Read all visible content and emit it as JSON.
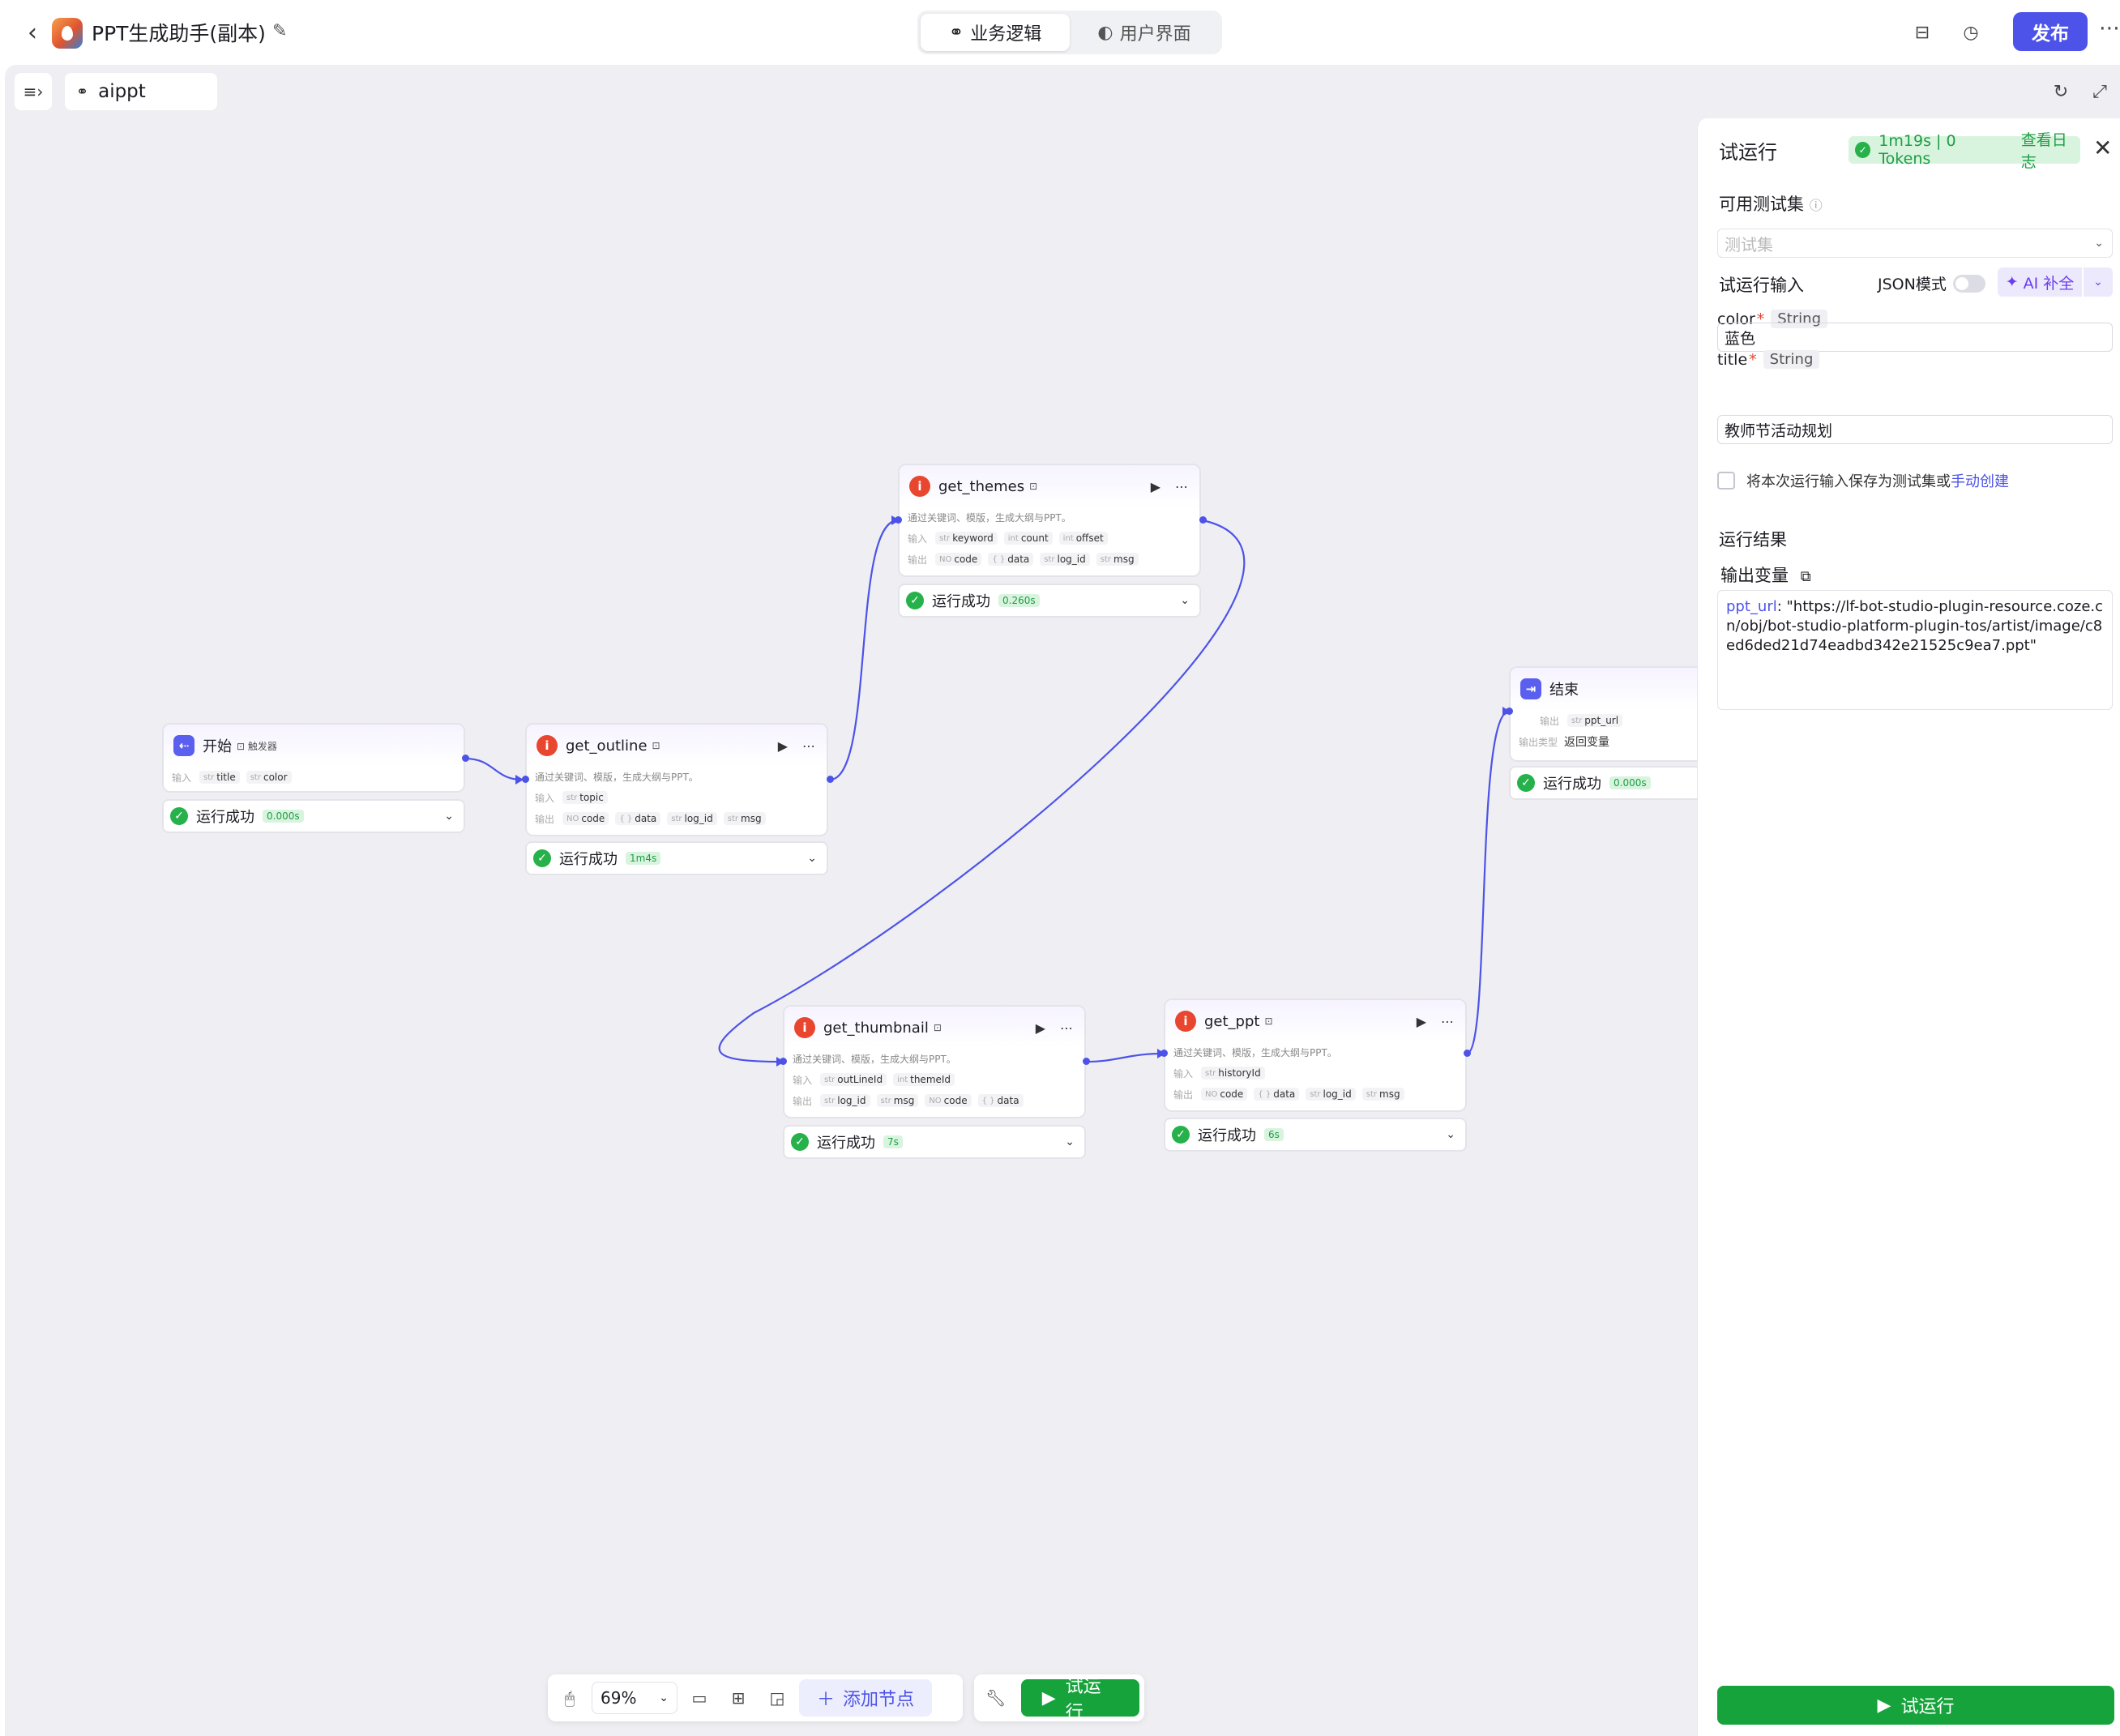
{
  "header": {
    "app_title": "PPT生成助手(副本)",
    "tabs": [
      {
        "label": "业务逻辑",
        "active": true
      },
      {
        "label": "用户界面",
        "active": false
      }
    ],
    "publish_label": "发布"
  },
  "canvas": {
    "workflow_name": "aippt",
    "zoom": "69%",
    "add_node_label": "添加节点",
    "run_label": "试运行"
  },
  "nodes": {
    "start": {
      "title": "开始",
      "tag": "触发器",
      "input_label": "输入",
      "inputs": [
        {
          "type": "str",
          "name": "title"
        },
        {
          "type": "str",
          "name": "color"
        }
      ],
      "status": "运行成功",
      "time": "0.000s"
    },
    "get_outline": {
      "title": "get_outline",
      "desc": "通过关键词、模版，生成大纲与PPT。",
      "input_label": "输入",
      "output_label": "输出",
      "inputs": [
        {
          "type": "str",
          "name": "topic"
        }
      ],
      "outputs": [
        {
          "type": "NO",
          "name": "code"
        },
        {
          "type": "{ }",
          "name": "data"
        },
        {
          "type": "str",
          "name": "log_id"
        },
        {
          "type": "str",
          "name": "msg"
        }
      ],
      "status": "运行成功",
      "time": "1m4s"
    },
    "get_themes": {
      "title": "get_themes",
      "desc": "通过关键词、模版，生成大纲与PPT。",
      "input_label": "输入",
      "output_label": "输出",
      "inputs": [
        {
          "type": "str",
          "name": "keyword"
        },
        {
          "type": "int",
          "name": "count"
        },
        {
          "type": "int",
          "name": "offset"
        }
      ],
      "outputs": [
        {
          "type": "NO",
          "name": "code"
        },
        {
          "type": "{ }",
          "name": "data"
        },
        {
          "type": "str",
          "name": "log_id"
        },
        {
          "type": "str",
          "name": "msg"
        }
      ],
      "status": "运行成功",
      "time": "0.260s"
    },
    "get_thumbnail": {
      "title": "get_thumbnail",
      "desc": "通过关键词、模版，生成大纲与PPT。",
      "input_label": "输入",
      "output_label": "输出",
      "inputs": [
        {
          "type": "str",
          "name": "outLineId"
        },
        {
          "type": "int",
          "name": "themeId"
        }
      ],
      "outputs": [
        {
          "type": "str",
          "name": "log_id"
        },
        {
          "type": "str",
          "name": "msg"
        },
        {
          "type": "NO",
          "name": "code"
        },
        {
          "type": "{ }",
          "name": "data"
        }
      ],
      "status": "运行成功",
      "time": "7s"
    },
    "get_ppt": {
      "title": "get_ppt",
      "desc": "通过关键词、模版，生成大纲与PPT。",
      "input_label": "输入",
      "output_label": "输出",
      "inputs": [
        {
          "type": "str",
          "name": "historyId"
        }
      ],
      "outputs": [
        {
          "type": "NO",
          "name": "code"
        },
        {
          "type": "{ }",
          "name": "data"
        },
        {
          "type": "str",
          "name": "log_id"
        },
        {
          "type": "str",
          "name": "msg"
        }
      ],
      "status": "运行成功",
      "time": "6s"
    },
    "end": {
      "title": "结束",
      "output_label": "输出",
      "output_type_label": "输出类型",
      "outputs": [
        {
          "type": "str",
          "name": "ppt_url"
        }
      ],
      "output_type": "返回变量",
      "status": "运行成功",
      "time": "0.000s"
    }
  },
  "panel": {
    "title": "试运行",
    "stats": "1m19s | 0 Tokens",
    "view_log": "查看日志",
    "testset_label": "可用测试集",
    "testset_placeholder": "测试集",
    "run_input_label": "试运行输入",
    "json_mode_label": "JSON模式",
    "json_mode_on": false,
    "ai_fill_label": "AI 补全",
    "fields": [
      {
        "name": "color",
        "type": "String",
        "value": "蓝色"
      },
      {
        "name": "title",
        "type": "String",
        "value": "教师节活动规划"
      }
    ],
    "save_text": "将本次运行输入保存为测试集或",
    "manual_create": "手动创建",
    "result_label": "运行结果",
    "output_var_label": "输出变量",
    "output_key": "ppt_url",
    "output_value": ": \"https://lf-bot-studio-plugin-resource.coze.cn/obj/bot-studio-platform-plugin-tos/artist/image/c8ed6ded21d74eadbd342e21525c9ea7.ppt\"",
    "run_button": "试运行"
  },
  "colors": {
    "accent": "#4d53e8",
    "success": "#17a33c",
    "canvas_bg": "#efeff3"
  }
}
